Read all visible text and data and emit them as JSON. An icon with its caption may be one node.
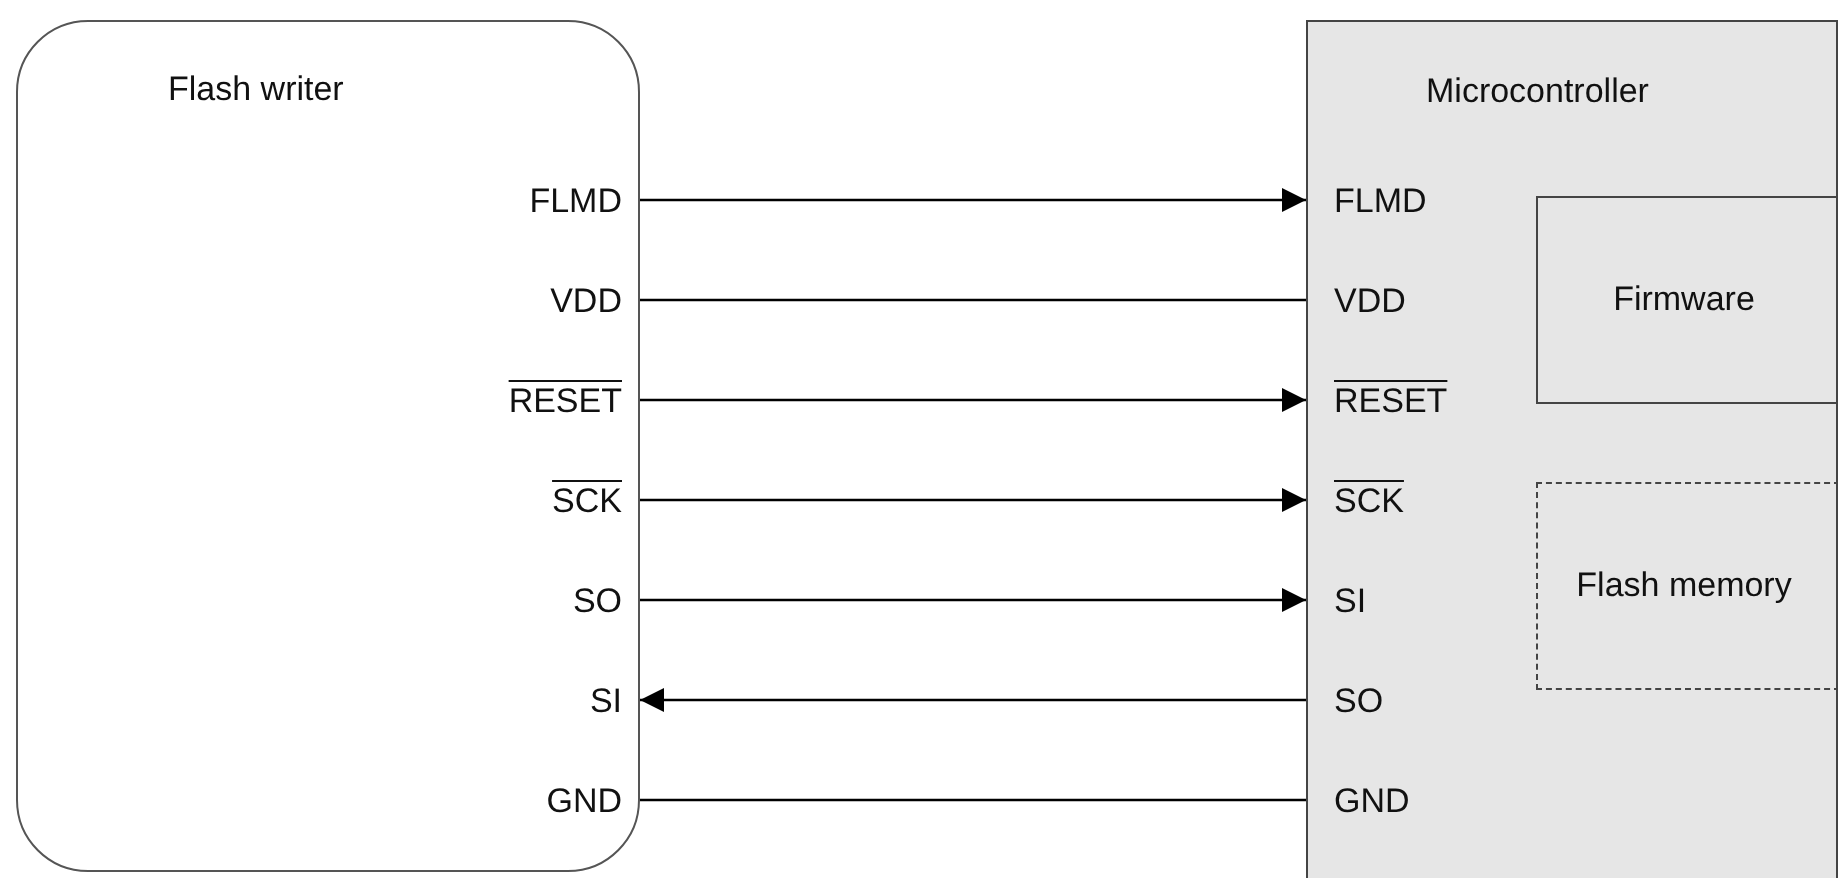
{
  "diagram": {
    "nodes": [
      {
        "text": [
          "Flash writer"
        ]
      },
      {
        "text": [
          "FLMD"
        ],
        "in": 0
      },
      {
        "text": [
          "VDD"
        ],
        "in": 0
      },
      {
        "text": [
          "RESET"
        ],
        "in": 0
      },
      {
        "text": [
          "SCK"
        ],
        "in": 0
      },
      {
        "text": [
          "SO"
        ],
        "in": 0
      },
      {
        "text": [
          "SI"
        ],
        "in": 0
      },
      {
        "text": [
          "GND"
        ],
        "in": 0
      },
      {
        "text": [
          "Microcontroller"
        ]
      },
      {
        "text": [
          "FLMD"
        ],
        "in": 8
      },
      {
        "text": [
          "VDD"
        ],
        "in": 8
      },
      {
        "text": [
          "RESET"
        ],
        "in": 8
      },
      {
        "text": [
          "SCK"
        ],
        "in": 8
      },
      {
        "text": [
          "SI"
        ],
        "in": 8
      },
      {
        "text": [
          "SO"
        ],
        "in": 8
      },
      {
        "text": [
          "GND"
        ],
        "in": 8
      },
      {
        "text": [
          "Firmware"
        ],
        "in": 8
      },
      {
        "text": [
          "Flash memory"
        ],
        "in": 8
      }
    ],
    "edges": [
      {
        "from": 1,
        "to": 9,
        "arrow": "to"
      },
      {
        "from": 2,
        "to": 10,
        "arrow": "none"
      },
      {
        "from": 3,
        "to": 11,
        "arrow": "to"
      },
      {
        "from": 4,
        "to": 12,
        "arrow": "to"
      },
      {
        "from": 5,
        "to": 13,
        "arrow": "to"
      },
      {
        "from": 14,
        "to": 6,
        "arrow": "to"
      },
      {
        "from": 7,
        "to": 15,
        "arrow": "none"
      }
    ]
  }
}
